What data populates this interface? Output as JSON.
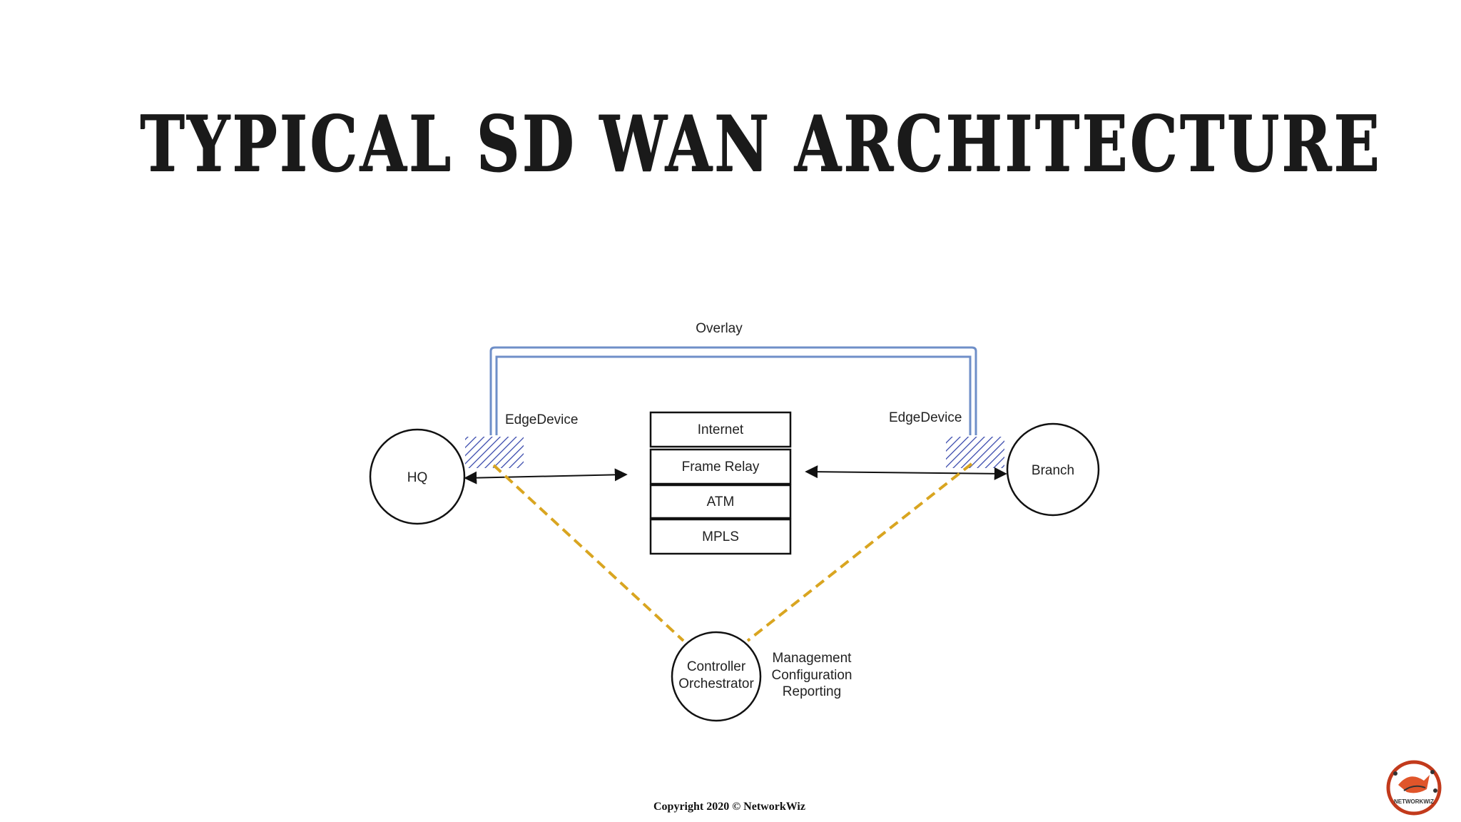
{
  "title": "TYPICAL SD WAN ARCHITECTURE",
  "diagram": {
    "overlay_label": "Overlay",
    "edge_left_label": "EdgeDevice",
    "edge_right_label": "EdgeDevice",
    "hq_label": "HQ",
    "branch_label": "Branch",
    "transports": [
      "Internet",
      "Frame Relay",
      "ATM",
      "MPLS"
    ],
    "controller_lines": [
      "Controller",
      "Orchestrator"
    ],
    "functions": [
      "Management",
      "Configuration",
      "Reporting"
    ],
    "colors": {
      "overlay": "#6f8fc8",
      "management_link": "#d9a520",
      "edge_hatch": "#3344aa"
    }
  },
  "footer": "Copyright 2020 © NetworkWiz",
  "logo": {
    "text": "NETWORKWIZ",
    "icon": "networkwiz-logo-icon"
  }
}
